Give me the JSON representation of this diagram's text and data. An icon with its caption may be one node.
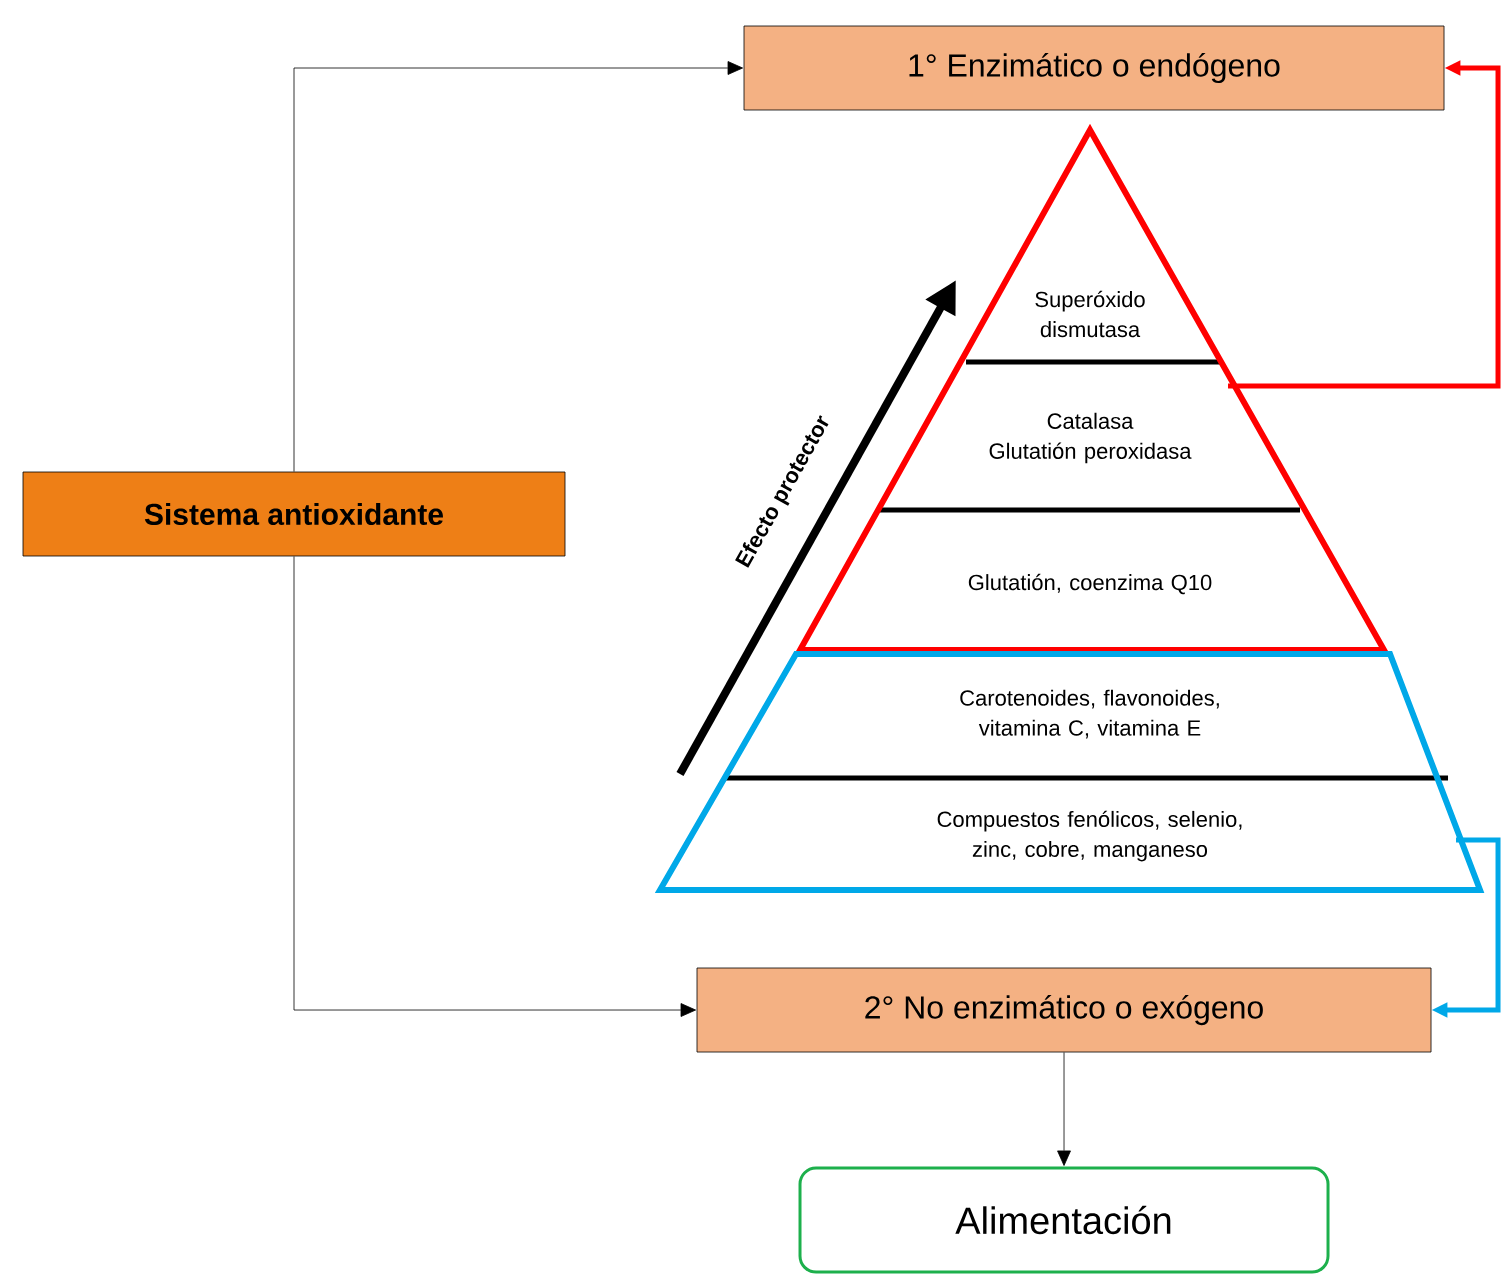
{
  "diagram": {
    "nodes": [
      {
        "text": [
          "Sistema antioxidante"
        ]
      },
      {
        "text": [
          "1° Enzimático o endógeno"
        ]
      },
      {
        "text": [],
        "shape": "triangle"
      },
      {
        "text": [
          "Superóxido dismutasa"
        ],
        "in": 2
      },
      {
        "text": [
          "Catalasa",
          "Glutatión peroxidasa"
        ],
        "in": 2
      },
      {
        "text": [
          "Glutatión, coenzima Q10"
        ],
        "in": 2
      },
      {
        "text": [],
        "shape": "trapezoid"
      },
      {
        "text": [
          "Carotenoides, flavonoides, vitamina C, vitamina E"
        ],
        "in": 6
      },
      {
        "text": [
          "Compuestos fenólicos, selenio, zinc, cobre, manganeso"
        ],
        "in": 6
      },
      {
        "text": [
          "2° No enzimático o exógeno"
        ]
      },
      {
        "text": [
          "Alimentación"
        ]
      }
    ],
    "edges": [
      {
        "from": 0,
        "to": 1,
        "arrow": "to"
      },
      {
        "from": 0,
        "to": 9,
        "arrow": "to"
      },
      {
        "from": 2,
        "to": 1,
        "arrow": "to",
        "style": "thick",
        "color": "#ff0000"
      },
      {
        "from": 6,
        "to": 9,
        "arrow": "to",
        "style": "thick",
        "color": "#00a8e8"
      },
      {
        "from": 9,
        "to": 10,
        "arrow": "to"
      }
    ],
    "labels": [
      "Efecto protector"
    ]
  }
}
